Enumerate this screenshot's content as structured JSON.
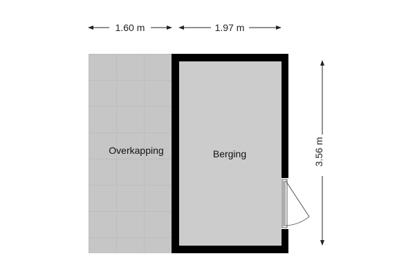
{
  "dimensions": {
    "width_left": "1.60 m",
    "width_right": "1.97 m",
    "height": "3.56 m"
  },
  "rooms": {
    "overkapping": "Overkapping",
    "berging": "Berging"
  },
  "colors": {
    "wall": "#000000",
    "room_fill": "#cccccc",
    "tile_fill": "#c6c6c6",
    "dimension_line": "#222222"
  }
}
